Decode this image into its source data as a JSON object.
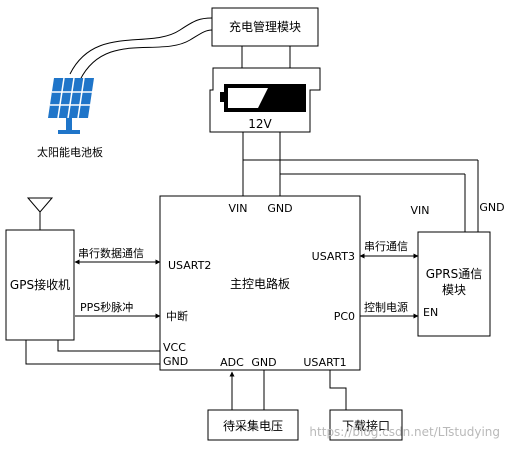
{
  "blocks": {
    "charge_module": "充电管理模块",
    "battery_voltage": "12V",
    "solar_panel": "太阳能电池板",
    "gps_receiver": "GPS接收机",
    "main_board": "主控电路板",
    "gprs_module_line1": "GPRS通信",
    "gprs_module_line2": "模块",
    "adc_source": "待采集电压",
    "download_port": "下载接口"
  },
  "pins": {
    "vin": "VIN",
    "gnd": "GND",
    "usart2": "USART2",
    "usart3": "USART3",
    "pc0": "PC0",
    "vcc": "VCC",
    "adc": "ADC",
    "usart1": "USART1",
    "interrupt": "中断",
    "en": "EN"
  },
  "links": {
    "serial_data": "串行数据通信",
    "pps": "PPS秒脉冲",
    "serial_comm": "串行通信",
    "power_control": "控制电源"
  },
  "watermark": "https://blog.csdn.net/LTstudying",
  "colors": {
    "line": "#000000",
    "panel_blue": "#1f75c9",
    "battery_black": "#000000",
    "watermark": "#b9b9b9"
  }
}
